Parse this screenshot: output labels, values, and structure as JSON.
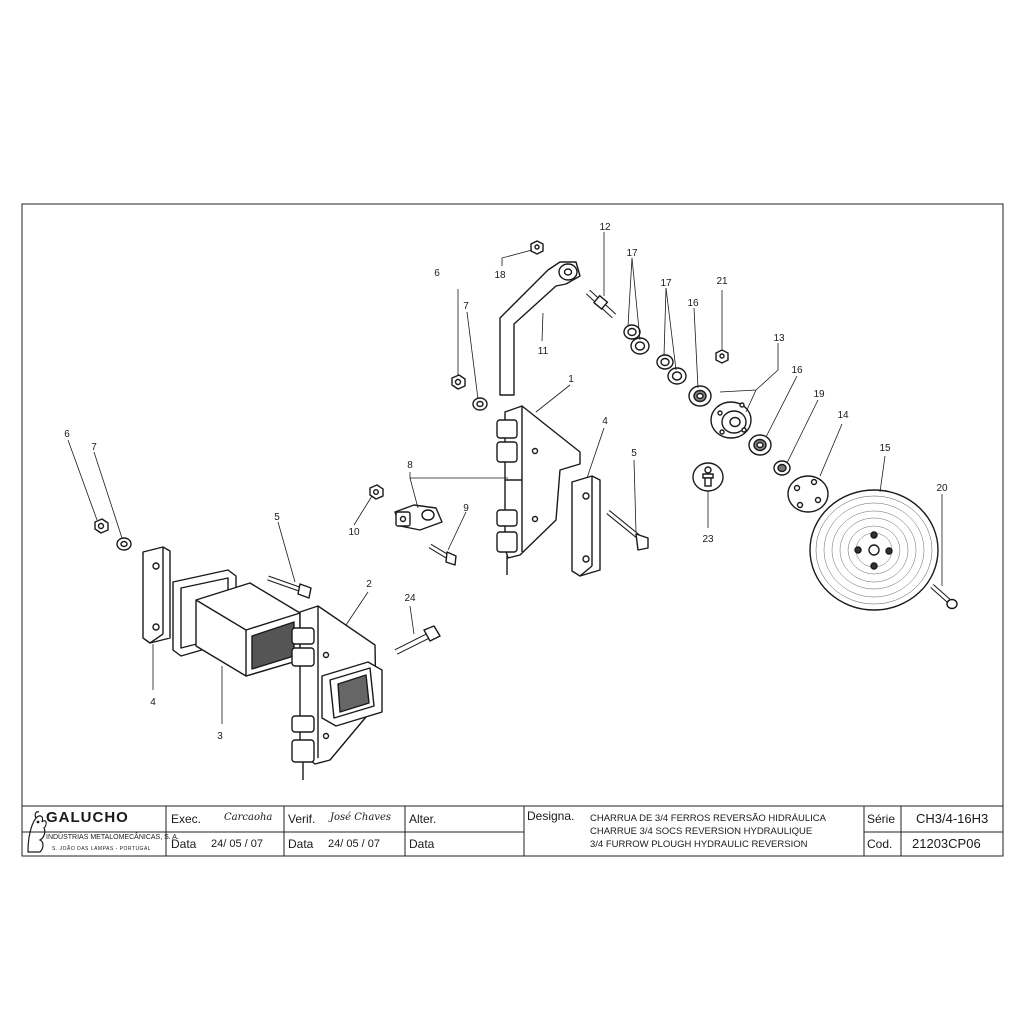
{
  "callouts": [
    {
      "id": "c18",
      "text": "18"
    },
    {
      "id": "c12",
      "text": "12"
    },
    {
      "id": "c17a",
      "text": "17"
    },
    {
      "id": "c17b",
      "text": "17"
    },
    {
      "id": "c16a",
      "text": "16"
    },
    {
      "id": "c21",
      "text": "21"
    },
    {
      "id": "c6a",
      "text": "6"
    },
    {
      "id": "c7a",
      "text": "7"
    },
    {
      "id": "c11",
      "text": "11"
    },
    {
      "id": "c1",
      "text": "1"
    },
    {
      "id": "c13",
      "text": "13"
    },
    {
      "id": "c16b",
      "text": "16"
    },
    {
      "id": "c19",
      "text": "19"
    },
    {
      "id": "c14",
      "text": "14"
    },
    {
      "id": "c15",
      "text": "15"
    },
    {
      "id": "c4a",
      "text": "4"
    },
    {
      "id": "c5a",
      "text": "5"
    },
    {
      "id": "c8",
      "text": "8"
    },
    {
      "id": "c20",
      "text": "20"
    },
    {
      "id": "c6b",
      "text": "6"
    },
    {
      "id": "c7b",
      "text": "7"
    },
    {
      "id": "c9",
      "text": "9"
    },
    {
      "id": "c10",
      "text": "10"
    },
    {
      "id": "c23",
      "text": "23"
    },
    {
      "id": "c5b",
      "text": "5"
    },
    {
      "id": "c2",
      "text": "2"
    },
    {
      "id": "c24",
      "text": "24"
    },
    {
      "id": "c4b",
      "text": "4"
    },
    {
      "id": "c3",
      "text": "3"
    }
  ],
  "title_block": {
    "company": "GALUCHO",
    "company_sub": "INDÚSTRIAS METALOMECÂNICAS, S. A.",
    "company_addr": "S. JOÃO DAS LAMPAS  -  PORTUGAL",
    "exec_label": "Exec.",
    "exec_sig": "Carcaoha",
    "verif_label": "Verif.",
    "verif_sig": "José Chaves",
    "alter_label": "Alter.",
    "data_label_1": "Data",
    "data_value_1": "24/ 05 / 07",
    "data_label_2": "Data",
    "data_value_2": "24/ 05 / 07",
    "data_label_3": "Data",
    "designa_label": "Designa.",
    "designa_lines": [
      "CHARRUA DE 3/4 FERROS REVERSÃO HIDRÁULICA",
      "CHARRUE 3/4 SOCS REVERSION HYDRAULIQUE",
      "3/4 FURROW PLOUGH HYDRAULIC REVERSION"
    ],
    "serie_label": "Série",
    "serie_value": "CH3/4-16H3",
    "cod_label": "Cod.",
    "cod_value": "21203CP06"
  }
}
